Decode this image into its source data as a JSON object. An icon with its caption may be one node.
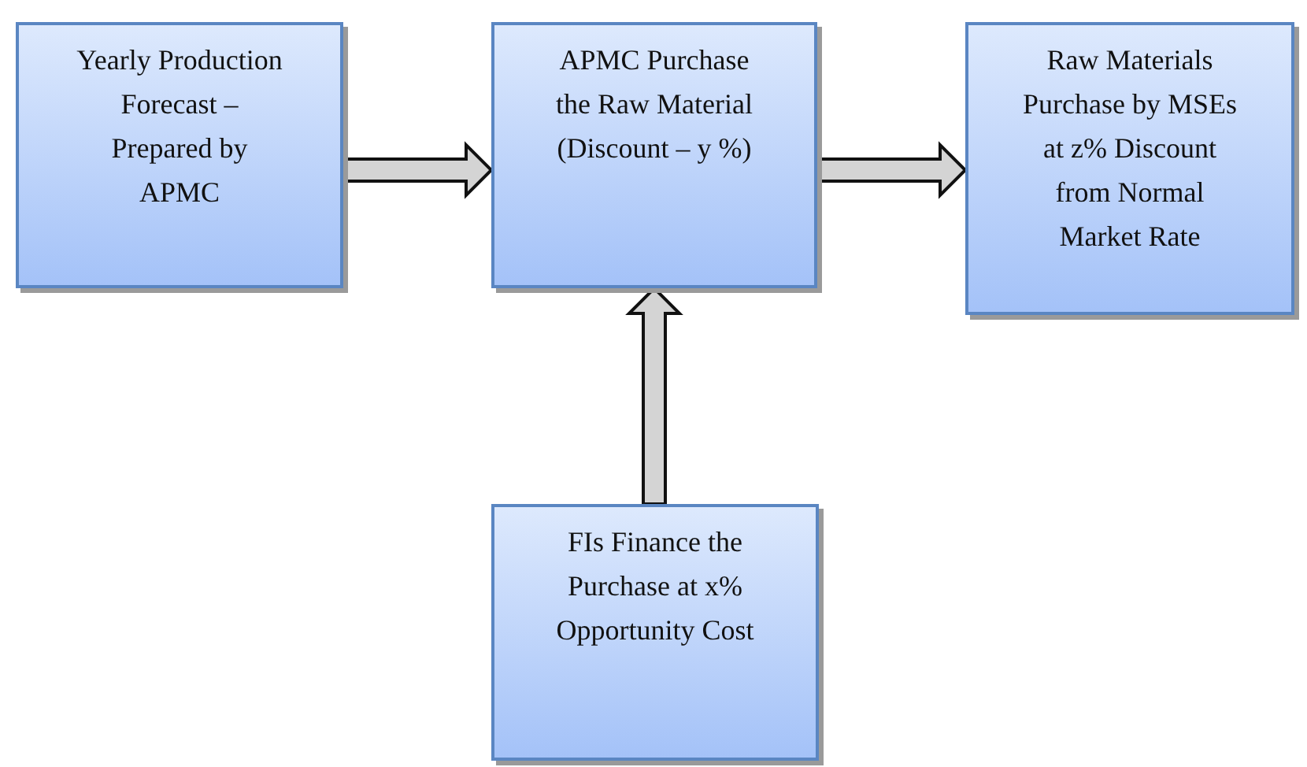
{
  "diagram": {
    "nodes": [
      {
        "text": [
          "Yearly Production Forecast – Prepared by APMC"
        ]
      },
      {
        "text": [
          "APMC Purchase the Raw Material (Discount – y %)"
        ]
      },
      {
        "text": [
          "Raw Materials Purchase by MSEs at z% Discount from Normal Market Rate"
        ]
      },
      {
        "text": [
          "FIs Finance the Purchase at x% Opportunity Cost"
        ]
      }
    ],
    "edges": [
      {
        "from": 0,
        "to": 1,
        "arrow": "to",
        "style": "thick"
      },
      {
        "from": 1,
        "to": 2,
        "arrow": "to",
        "style": "thick"
      },
      {
        "from": 3,
        "to": 1,
        "arrow": "to",
        "style": "thick"
      }
    ]
  }
}
